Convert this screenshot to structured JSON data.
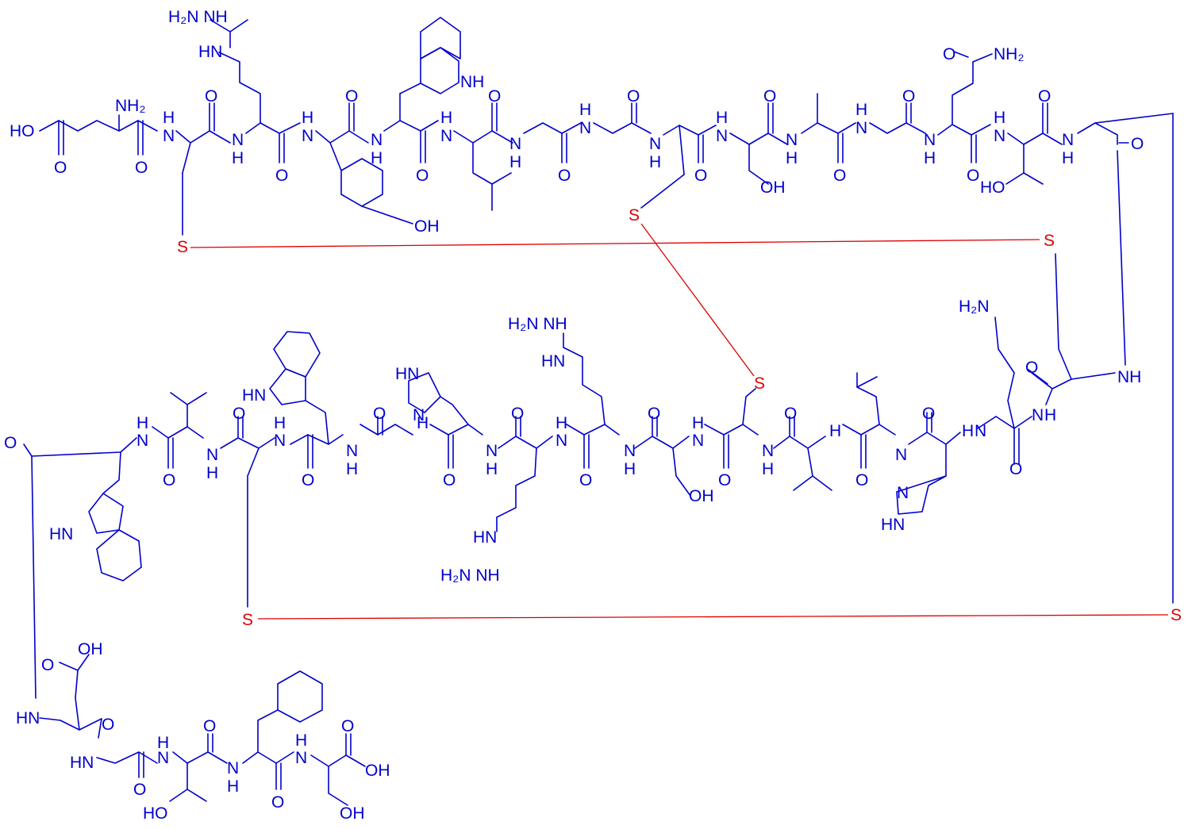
{
  "colors": {
    "bond": "#0000cc",
    "disulfide": "#dd0000",
    "background": "#ffffff"
  },
  "labels": {
    "guan_top": "H₂N  NH",
    "hn_guan_top": "HN",
    "nh2_glu": "NH₂",
    "hooc_glu": "HO",
    "nh_indole_top": "NH",
    "oh_tyr": "OH",
    "oh_ser_top": "OH",
    "nh2_gln": "NH₂",
    "ho_thr_top": "HO",
    "o_ring": "O",
    "nh_ring": "NH",
    "h2n_lys": "H₂N",
    "guan_mid": "H₂N  NH",
    "hn_guan_mid": "HN",
    "hn_indole_mid": "HN",
    "hn_imid_mid": "HN",
    "n_imid_mid": "N",
    "hn_indole_left": "HN",
    "o_left": "O",
    "hn_arg_low": "HN",
    "guan_low": "H₂N  NH",
    "oh_ser_mid": "OH",
    "hn_his_low": "HN",
    "n_his_low": "N",
    "cooh_asp": "OH",
    "hn_asp": "HN",
    "nh_gly_low": "HN",
    "ho_thr_low": "HO",
    "cooh_ser_c": "OH",
    "oh_ser_c": "OH",
    "o": "O",
    "nh": "N",
    "h": "H",
    "s": "S"
  }
}
